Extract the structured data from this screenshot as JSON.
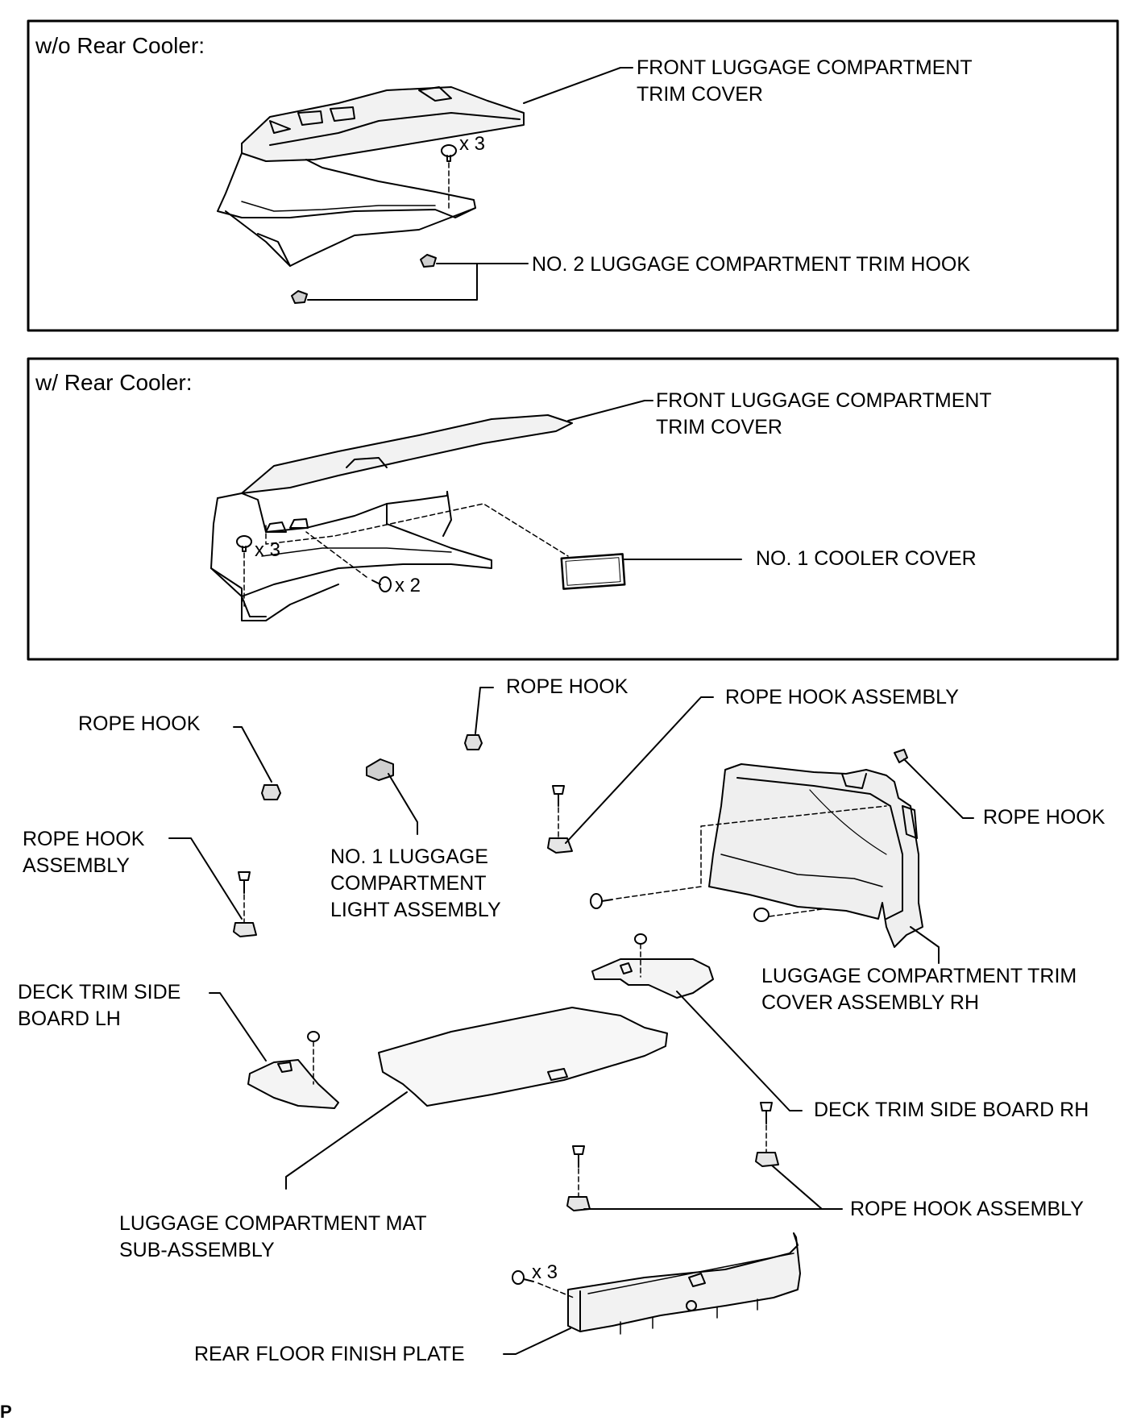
{
  "panels": {
    "without_cooler": {
      "title": "w/o Rear Cooler:",
      "front_trim_cover": "FRONT LUGGAGE COMPARTMENT\nTRIM COVER",
      "clip_qty": "x 3",
      "trim_hook": "NO. 2 LUGGAGE COMPARTMENT TRIM HOOK"
    },
    "with_cooler": {
      "title": "w/ Rear Cooler:",
      "front_trim_cover": "FRONT LUGGAGE COMPARTMENT\nTRIM COVER",
      "clip_qty": "x 3",
      "screw_qty": "x 2",
      "cooler_cover": "NO. 1 COOLER COVER"
    }
  },
  "parts": {
    "rope_hook_top": "ROPE HOOK",
    "rope_hook_assembly_top": "ROPE HOOK ASSEMBLY",
    "rope_hook_left": "ROPE HOOK",
    "rope_hook_right": "ROPE HOOK",
    "rope_hook_assembly_left": "ROPE HOOK\nASSEMBLY",
    "light_assembly": "NO. 1 LUGGAGE\nCOMPARTMENT\nLIGHT ASSEMBLY",
    "trim_cover_rh": "LUGGAGE COMPARTMENT TRIM\nCOVER ASSEMBLY RH",
    "deck_board_lh": "DECK TRIM SIDE\nBOARD LH",
    "deck_board_rh": "DECK TRIM SIDE BOARD RH",
    "rope_hook_assembly_bottom": "ROPE HOOK ASSEMBLY",
    "mat_subassembly": "LUGGAGE COMPARTMENT MAT\nSUB-ASSEMBLY",
    "finish_plate_qty": "x 3",
    "finish_plate": "REAR FLOOR FINISH PLATE"
  },
  "footer": {
    "code": "P"
  }
}
